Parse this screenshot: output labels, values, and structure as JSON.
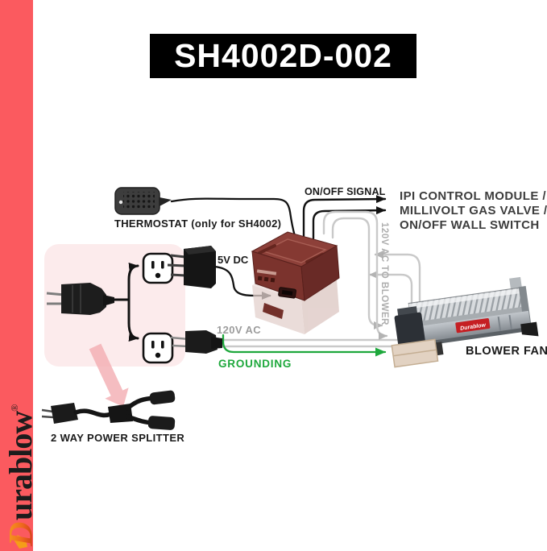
{
  "title": "SH4002D-002",
  "brand": {
    "initial": "D",
    "rest": "urablow",
    "registered": "®"
  },
  "diagram": {
    "thermostat_label": "THERMOSTAT (only for SH4002)",
    "on_off_signal_label": "ON/OFF SIGNAL",
    "control_targets": [
      "IPI CONTROL MODULE /",
      "MILLIVOLT GAS VALVE /",
      "ON/OFF WALL SWITCH"
    ],
    "dc_power_label": "5V DC",
    "ac_power_label": "120V AC",
    "grounding_label": "GROUNDING",
    "ac_to_blower_label": "120V AC TO BLOWER",
    "blower_label": "BLOWER FAN",
    "blower_sticker": "Durablow",
    "splitter_label": "2 WAY POWER SPLITTER"
  },
  "colors": {
    "accent_strip": "#fb5a5f",
    "panel_pink": "#fcebec",
    "control_box_maroon": "#8c3a34",
    "wire_gray": "#c9c9c9",
    "grounding_green": "#1ea83c",
    "muted_text": "#9c9c9c",
    "title_bg": "#000000",
    "title_fg": "#ffffff"
  }
}
